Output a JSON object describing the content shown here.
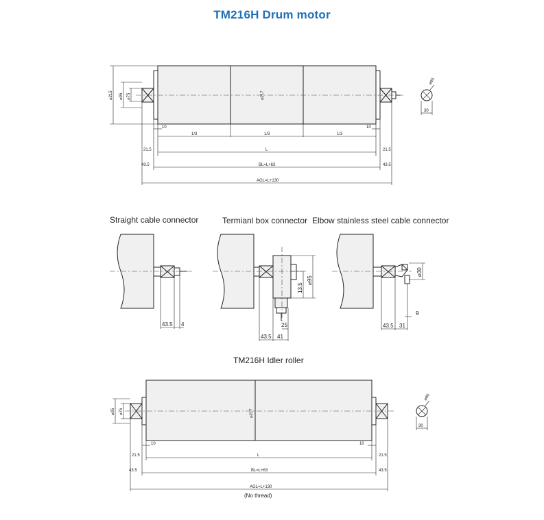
{
  "title": "TM216H Drum motor",
  "drum_motor": {
    "diameters": {
      "body": "⌀215",
      "shaft": "⌀95",
      "inner": "⌀75",
      "drum": "⌀217",
      "end": "⌀80"
    },
    "dims": {
      "edge_left": "10",
      "edge_right": "10",
      "third_1": "1/3",
      "third_2": "1/3",
      "third_3": "1/3",
      "offset_left": "21.5",
      "offset_right": "21.5",
      "length": "L",
      "ends_left": "43.5",
      "ends_right": "43.5",
      "bl": "BL=L+63",
      "agl": "AGL=L+130",
      "end_width": "30"
    }
  },
  "connectors": {
    "straight": {
      "caption": "Straight cable connector",
      "dim_a": "43.5",
      "dim_b": "4"
    },
    "terminal": {
      "caption": "Termianl box connector",
      "dim_a": "43.5",
      "dim_b": "41",
      "dim_c": "25",
      "dim_d": "13.5",
      "dia": "⌀95"
    },
    "elbow": {
      "caption": "Elbow stainless steel cable connector",
      "dim_a": "43.5",
      "dim_b": "31",
      "dim_c": "9",
      "dia": "⌀30"
    }
  },
  "idler_roller": {
    "caption": "TM216H  Idler roller",
    "diameters": {
      "shaft": "⌀95",
      "inner": "⌀75",
      "drum": "⌀217",
      "end": "⌀80"
    },
    "dims": {
      "edge_left": "10",
      "edge_right": "10",
      "offset_left": "21.5",
      "offset_right": "21.5",
      "length": "L",
      "ends_left": "43.5",
      "ends_right": "43.5",
      "bl": "BL=L+63",
      "agl": "AGL=L+130",
      "note": "(No thread)",
      "end_width": "30"
    }
  }
}
